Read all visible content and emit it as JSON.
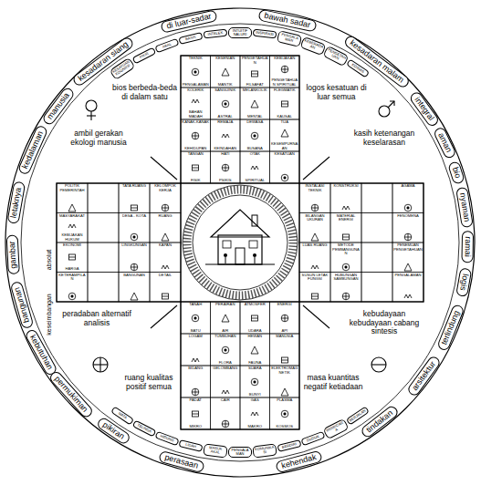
{
  "diagram": {
    "nodes": [
      {
        "text": [
          "kesadaran siang"
        ]
      },
      {
        "text": [
          "di luar-sadar"
        ]
      },
      {
        "text": [
          "bawah sadar"
        ]
      },
      {
        "text": [
          "kesadaran malam"
        ]
      },
      {
        "text": [
          "integral"
        ]
      },
      {
        "text": [
          "aman"
        ]
      },
      {
        "text": [
          "bio"
        ]
      },
      {
        "text": [
          "nyaman"
        ]
      },
      {
        "text": [
          "ramai"
        ]
      },
      {
        "text": [
          "logis"
        ]
      },
      {
        "text": [
          "terlindung"
        ]
      },
      {
        "text": [
          "arsitektur"
        ]
      },
      {
        "text": [
          "tindakan"
        ]
      },
      {
        "text": [
          "kehendak"
        ]
      },
      {
        "text": [
          "perasaan"
        ]
      },
      {
        "text": [
          "pikiran"
        ]
      },
      {
        "text": [
          "permukiman"
        ]
      },
      {
        "text": [
          "kebutuhan"
        ]
      },
      {
        "text": [
          "bangunan"
        ]
      },
      {
        "text": [
          "gambar"
        ]
      },
      {
        "text": [
          "letaknya"
        ]
      },
      {
        "text": [
          "kedalaman"
        ]
      },
      {
        "text": [
          "manusia"
        ]
      },
      {
        "text": [
          "KESATUAN KOGNITIF"
        ]
      },
      {
        "text": [
          "PIKIR"
        ]
      },
      {
        "text": [
          "AKAL"
        ]
      },
      {
        "text": [
          "BASIS"
        ]
      },
      {
        "text": [
          "INTELEK"
        ]
      },
      {
        "text": [
          "INTUITIF NALURI"
        ]
      },
      {
        "text": [
          "INSPIRASI"
        ]
      },
      {
        "text": [
          "PENGALAMAN"
        ]
      },
      {
        "text": [
          "KEBERADAAN"
        ]
      },
      {
        "text": [
          "PENGETAHUAN"
        ]
      },
      {
        "text": [
          "KOSMIS"
        ]
      },
      {
        "text": [
          "MATA"
        ]
      },
      {
        "text": [
          "TELINGA"
        ]
      },
      {
        "text": [
          "HIDUNG"
        ]
      },
      {
        "text": [
          "LIDAH"
        ]
      },
      {
        "text": [
          "MASUK AKAL"
        ]
      },
      {
        "text": [
          "PENGALAMAN"
        ]
      },
      {
        "text": [
          "KOMUNIKASI"
        ]
      },
      {
        "text": [
          "BERDIRI"
        ]
      },
      {
        "text": [
          "DUDUK"
        ]
      },
      {
        "text": [
          "BERBICARA"
        ]
      },
      {
        "text": [
          "BERJALAN"
        ]
      },
      {
        "text": [
          "TEKNIK",
          "PENGALAMAN"
        ]
      },
      {
        "text": [
          "KESENIAN",
          "MANTIK"
        ]
      },
      {
        "text": [
          "PENGETAHUAN",
          "FILSAFAT"
        ]
      },
      {
        "text": [
          "KEBIJAKAN",
          "PENGETAHUAN SPIRITUAL"
        ]
      },
      {
        "text": [
          "KOLERIK",
          "BAHAN MADAH"
        ]
      },
      {
        "text": [
          "SANGUINIK",
          "ASTRAL"
        ]
      },
      {
        "text": [
          "MELANKOLIK",
          "MENTAL"
        ]
      },
      {
        "text": [
          "FLEGMATIK",
          "KAUSAL"
        ]
      },
      {
        "text": [
          "KANAK-KANAK",
          "KEHIDUPAN"
        ]
      },
      {
        "text": [
          "REMAJA",
          "KEINDAHAN"
        ]
      },
      {
        "text": [
          "DEWASA",
          "BUSANA"
        ]
      },
      {
        "text": [
          "TUA",
          "KESEMPURNAAN"
        ]
      },
      {
        "text": [
          "TANGAN",
          "FISIK"
        ]
      },
      {
        "text": [
          "HATI",
          "PSIKIS"
        ]
      },
      {
        "text": [
          "OTAK",
          "SPIRITUAL"
        ]
      },
      {
        "text": [
          "KESATUAN"
        ]
      },
      {
        "text": [
          "POLITIK PEMERINTAH"
        ]
      },
      {
        "text": [
          "TATA RUANG"
        ]
      },
      {
        "text": [
          "KELOMPOK KERJA"
        ]
      },
      {
        "text": [
          "MASYARAKAT",
          "KEBIJAKAN HUKUM"
        ]
      },
      {
        "text": [
          "DESA - KOTA"
        ]
      },
      {
        "text": [
          "RUANG"
        ]
      },
      {
        "text": [
          "EKONOMI",
          "HARGA"
        ]
      },
      {
        "text": [
          "LINGKUNGAN"
        ]
      },
      {
        "text": [
          "KAPAN"
        ]
      },
      {
        "text": [
          "KETERAMPILAN"
        ]
      },
      {
        "text": [
          "BANGUNAN"
        ]
      },
      {
        "text": [
          "DETAIL"
        ]
      },
      {
        "text": [
          "INSTALASI TEKNIK"
        ]
      },
      {
        "text": [
          "KONSTRUKSI"
        ]
      },
      {
        "text": [
          "AGAMA"
        ]
      },
      {
        "text": [
          "BILANGAN UKURAN"
        ]
      },
      {
        "text": [
          "MATERIAL ENERGI"
        ]
      },
      {
        "text": [
          "FENOMENA"
        ]
      },
      {
        "text": [
          "LUAS RUANG"
        ]
      },
      {
        "text": [
          "METODE PEMBANGUNAN"
        ]
      },
      {
        "text": [
          "PENEMUAN PENGETAHUAN"
        ]
      },
      {
        "text": [
          "SUSUN LETAK FUNGSI"
        ]
      },
      {
        "text": [
          "HUBUNGAN SAMBUNGAN"
        ]
      },
      {
        "text": [
          "PENGALAMAN"
        ]
      },
      {
        "text": [
          "TANAH",
          "BATU"
        ]
      },
      {
        "text": [
          "PERAIRAN",
          "AIR"
        ]
      },
      {
        "text": [
          "ATMOSFER",
          "UDARA"
        ]
      },
      {
        "text": [
          "ENERGI",
          "API"
        ]
      },
      {
        "text": [
          "LOGAM"
        ]
      },
      {
        "text": [
          "TUMBUHAN",
          "FLORA"
        ]
      },
      {
        "text": [
          "HEWAN",
          "FAUNA"
        ]
      },
      {
        "text": [
          "MANUSIA"
        ]
      },
      {
        "text": [
          "BIDANG"
        ]
      },
      {
        "text": [
          "GELOMBANG"
        ]
      },
      {
        "text": [
          "SUARA",
          "BUNYI"
        ]
      },
      {
        "text": [
          "ELEKTROMAGNETIK"
        ]
      },
      {
        "text": [
          "PADAT",
          "MIKRO"
        ]
      },
      {
        "text": [
          "CAIR"
        ]
      },
      {
        "text": [
          "GAS",
          "MAKRO"
        ]
      },
      {
        "text": [
          "PLASMA",
          "KOSMOS"
        ]
      }
    ],
    "labels": [
      "bios berbeda-beda di dalam satu",
      "logos kesatuan di luar semua",
      "ambil gerakan ekologi manusia",
      "kasih ketenangan keselarasan",
      "absolut",
      "keseimbangan",
      "peradaban alternatif analisis",
      "kebudayaan kebudayaan cabang sintesis",
      "ruang kualitas positif semua",
      "masa kuantitas negatif ketiadaan"
    ]
  }
}
